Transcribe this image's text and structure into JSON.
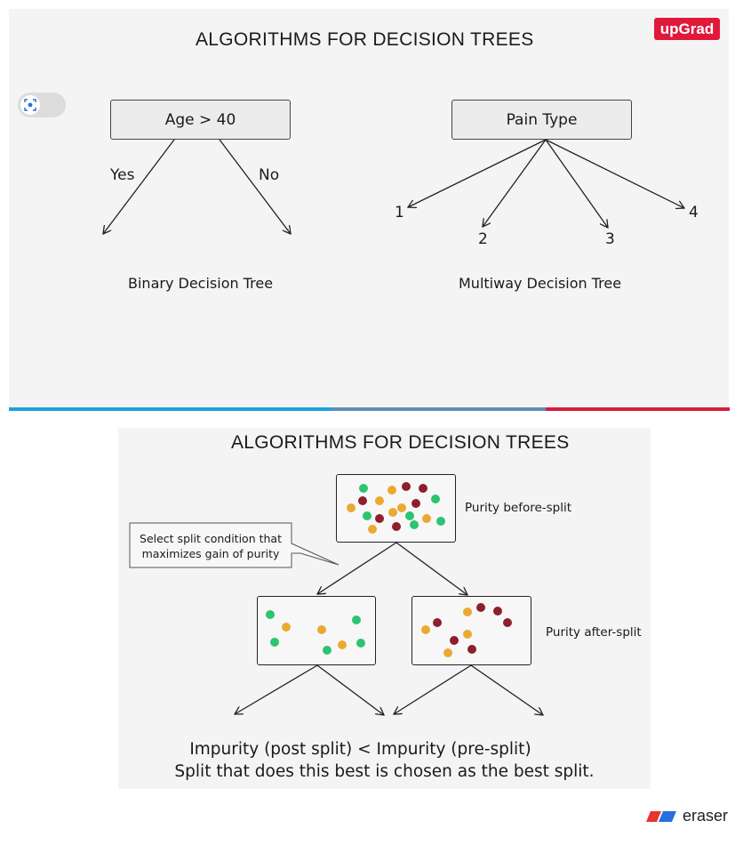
{
  "slide1": {
    "title": "ALGORITHMS FOR DECISION TREES",
    "logo": "upGrad",
    "binary": {
      "root": "Age > 40",
      "yes": "Yes",
      "no": "No",
      "caption": "Binary Decision Tree"
    },
    "multiway": {
      "root": "Pain Type",
      "branches": [
        "1",
        "2",
        "3",
        "4"
      ],
      "caption": "Multiway Decision Tree"
    },
    "bar_colors": [
      "#1aa3de",
      "#5e8fb0",
      "#d3203d"
    ],
    "toggle_icon": "screenshot-icon"
  },
  "slide2": {
    "title": "ALGORITHMS FOR DECISION TREES",
    "purity_before": "Purity before-split",
    "purity_after": "Purity after-split",
    "callout": [
      "Select split condition that",
      "maximizes gain of purity"
    ],
    "line1": "Impurity (post split) < Impurity (pre-split)",
    "line2": "Split that does this best is chosen as the best split.",
    "dot_colors": {
      "green": "#2cc46f",
      "orange": "#eba932",
      "maroon": "#8e1f2c"
    }
  },
  "watermark": {
    "label": "eraser",
    "colors": [
      "#e8342f",
      "#2a6de0"
    ]
  }
}
